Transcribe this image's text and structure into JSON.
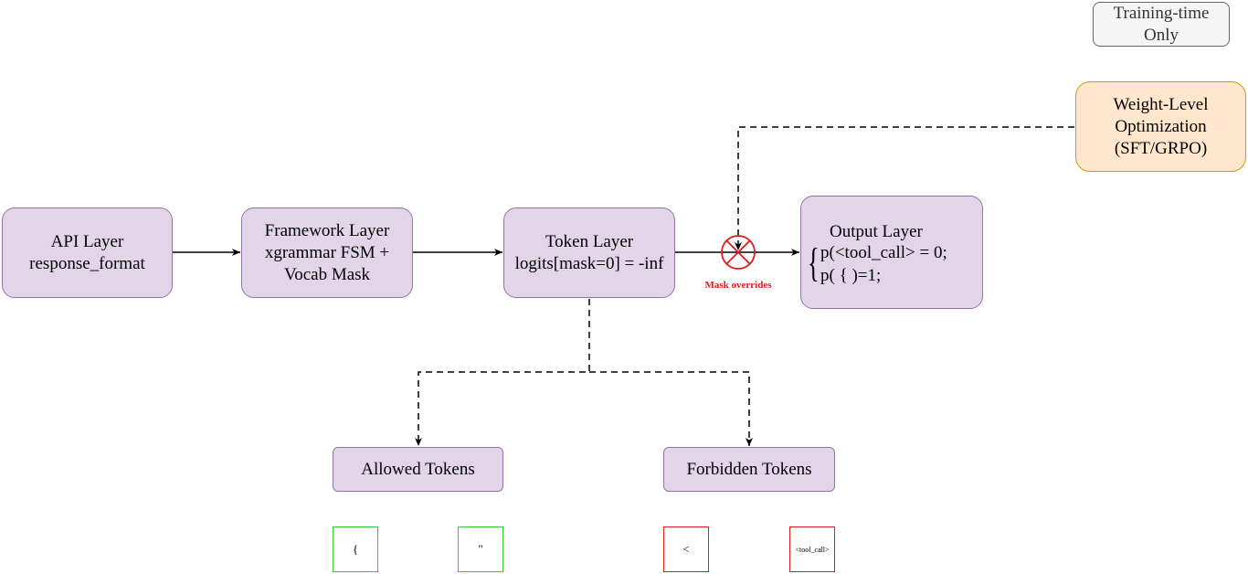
{
  "nodes": {
    "api_layer": {
      "line1": "API Layer",
      "line2": "response_format"
    },
    "framework_layer": {
      "line1": "Framework Layer",
      "line2": "xgrammar FSM +",
      "line3": "Vocab Mask"
    },
    "token_layer": {
      "line1": "Token Layer",
      "line2": "logits[mask=0] = -inf"
    },
    "output_layer": {
      "title": "Output Layer",
      "brace": "{",
      "line1": "p(<tool_call> = 0;",
      "line2": "p( { )=1;"
    },
    "weight_level": {
      "line1": "Weight-Level",
      "line2": "Optimization",
      "line3": "(SFT/GRPO)"
    },
    "training_time": {
      "line1": "Training-time",
      "line2": "Only"
    },
    "allowed_tokens": {
      "label": "Allowed Tokens"
    },
    "forbidden_tokens": {
      "label": "Forbidden Tokens"
    }
  },
  "annotations": {
    "mask_overrides": "Mask overrides"
  },
  "tokens": {
    "allowed": [
      "{",
      "\""
    ],
    "forbidden": [
      "<",
      "<tool_call>"
    ]
  },
  "colors": {
    "process_fill": "#e1d5e7",
    "process_border": "#9673a6",
    "training_fill": "#ffe6cc",
    "training_border": "#d79b00",
    "note_fill": "#f5f5f5",
    "note_border": "#666666",
    "allowed_border": "#33cc33",
    "forbidden_border": "#e01b1b",
    "override_mark": "#e01b1b"
  }
}
